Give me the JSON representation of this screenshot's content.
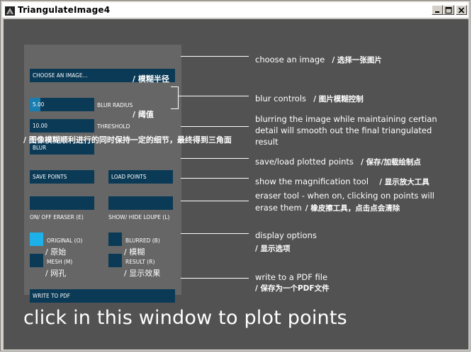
{
  "window": {
    "title": "TriangulateImage4",
    "minimize_label": "minimize",
    "maximize_label": "maximize",
    "close_label": "close"
  },
  "panel": {
    "choose_image": "CHOOSE AN IMAGE...",
    "blur_radius": {
      "value": "5.00",
      "label": "BLUR RADIUS",
      "level": 0.17
    },
    "threshold": {
      "value": "10.00",
      "label": "THRESHOLD",
      "level": 0
    },
    "blur_button": "BLUR",
    "save_points": "SAVE POINTS",
    "load_points": "LOAD POINTS",
    "eraser_label": "ON/ OFF ERASER (E)",
    "loupe_label": "SHOW/ HIDE LOUPE (L)",
    "display": {
      "original": {
        "label": "ORIGINAL (O)",
        "zh": "/ 原始",
        "checked": true
      },
      "blurred": {
        "label": "BLURRED (B)",
        "zh": "/ 模糊",
        "checked": false
      },
      "mesh": {
        "label": "MESH (M)",
        "zh": "/ 网孔",
        "checked": false
      },
      "result": {
        "label": "RESULT (R)",
        "zh": "/ 显示效果",
        "checked": false
      }
    },
    "write_pdf": "WRITE TO PDF",
    "blur_radius_zh": "/ 模糊半径",
    "threshold_zh": "/ 阈值",
    "blur_zh": "/ 图像模糊顺利进行的同时保持一定的细节，最终得到三角面"
  },
  "annotations": {
    "choose_image": {
      "en": "choose an image",
      "zh": "/ 选择一张图片"
    },
    "blur_controls": {
      "en": "blur controls",
      "zh": "/ 图片模糊控制"
    },
    "blurring": {
      "line1": "blurring the image while maintaining certian",
      "line2": "detail will smooth out the final triangulated",
      "line3": "result"
    },
    "save_load": {
      "en": "save/load plotted points",
      "zh": "/ 保存/加载绘制点"
    },
    "magnification": {
      "en": "show the magnification tool",
      "zh": "/ 显示放大工具"
    },
    "eraser": {
      "line1": "eraser tool - when on, clicking on points will",
      "line2_en": "erase them",
      "line2_zh": "/ 橡皮擦工具，点击点会清除"
    },
    "display_options": {
      "en": "display options",
      "zh": "/ 显示选项"
    },
    "write_pdf": {
      "en": "write to a PDF file",
      "zh": "/ 保存为一个PDF文件"
    }
  },
  "canvas_hint": "click in this window to plot points",
  "colors": {
    "canvas_bg": "#525252",
    "panel_bg": "#666666",
    "control": "#0b3a56",
    "active": "#1eb0e8"
  }
}
